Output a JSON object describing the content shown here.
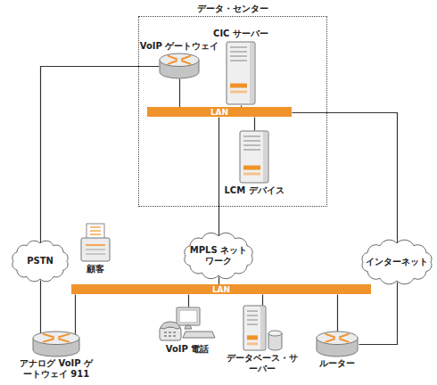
{
  "diagram": {
    "nodes": [
      {
        "text": [
          "データ・センター"
        ]
      },
      {
        "text": [
          "VoIP ゲートウェイ"
        ],
        "in": 0
      },
      {
        "text": [
          "CIC サーバー"
        ],
        "in": 0
      },
      {
        "text": [
          "LAN"
        ],
        "in": 0
      },
      {
        "text": [
          "LCM デバイス"
        ],
        "in": 0
      },
      {
        "text": [
          "PSTN"
        ]
      },
      {
        "text": [
          "顧客"
        ]
      },
      {
        "text": [
          "MPLS ネットワーク"
        ]
      },
      {
        "text": [
          "インターネット"
        ]
      },
      {
        "text": [
          "LAN"
        ]
      },
      {
        "text": [
          "アナログ VoIP ゲートウェイ 911"
        ]
      },
      {
        "text": [
          "VoIP 電話"
        ]
      },
      {
        "text": [
          "データベース・サーバー"
        ]
      },
      {
        "text": [
          "ルーター"
        ]
      }
    ],
    "edges": [
      {
        "from": 1,
        "to": 3,
        "arrow": "none"
      },
      {
        "from": 2,
        "to": 3,
        "arrow": "none"
      },
      {
        "from": 3,
        "to": 4,
        "arrow": "none"
      },
      {
        "from": 1,
        "to": 5,
        "arrow": "none"
      },
      {
        "from": 3,
        "to": 7,
        "arrow": "none"
      },
      {
        "from": 3,
        "to": 8,
        "arrow": "none"
      },
      {
        "from": 5,
        "to": 10,
        "arrow": "none"
      },
      {
        "from": 7,
        "to": 9,
        "arrow": "none"
      },
      {
        "from": 9,
        "to": 10,
        "arrow": "none"
      },
      {
        "from": 9,
        "to": 11,
        "arrow": "none"
      },
      {
        "from": 9,
        "to": 12,
        "arrow": "none"
      },
      {
        "from": 9,
        "to": 13,
        "arrow": "none"
      },
      {
        "from": 8,
        "to": 13,
        "arrow": "none"
      }
    ]
  }
}
